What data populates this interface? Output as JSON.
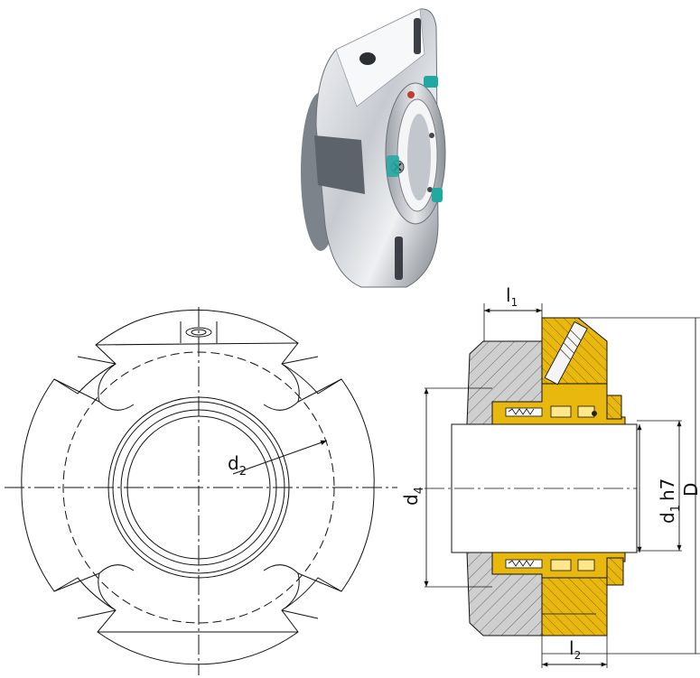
{
  "labels": {
    "d2": "d",
    "d2_sub": "2",
    "l1": "l",
    "l1_sub": "1",
    "l2": "l",
    "l2_sub": "2",
    "d4": "d",
    "d4_sub": "4",
    "d1": "d",
    "d1_sub": "1",
    "d1_tol": "h7",
    "D": "D"
  },
  "colors": {
    "seal_yellow": "#e8b80f",
    "seal_yellow_dark": "#b88a00",
    "housing_gray": "#c9c9c9",
    "hatch": "#555555",
    "line": "#111111",
    "metal_light": "#e9ebee",
    "metal_dark": "#8d9299",
    "clip_teal": "#1fa9a2"
  },
  "icons": {
    "photo": "cartridge-seal-photo",
    "front_view": "seal-front-view",
    "section_view": "seal-section-view"
  }
}
